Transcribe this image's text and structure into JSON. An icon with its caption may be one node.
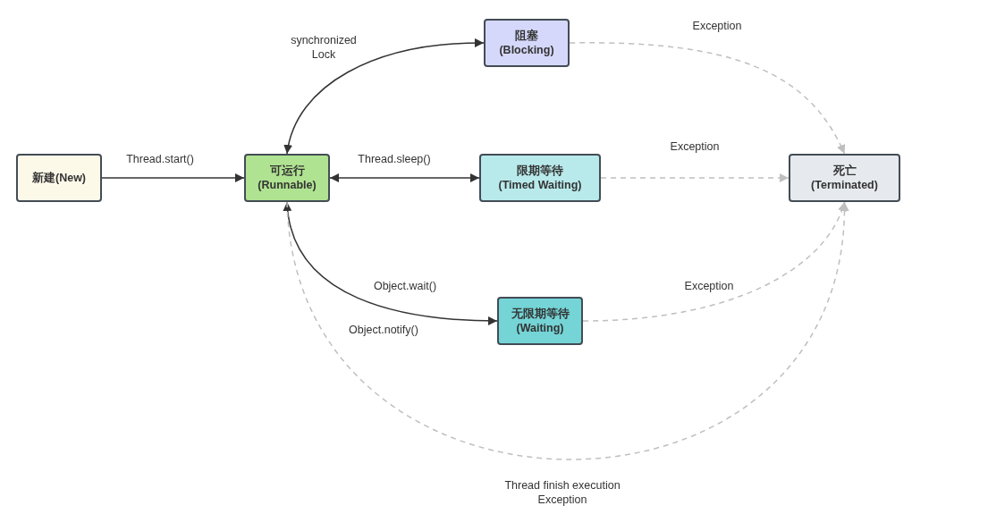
{
  "diagram": {
    "nodes": [
      {
        "text": [
          "新建(New)"
        ]
      },
      {
        "text": [
          "可运行",
          "(Runnable)"
        ]
      },
      {
        "text": [
          "阻塞",
          "(Blocking)"
        ]
      },
      {
        "text": [
          "限期等待",
          "(Timed Waiting)"
        ]
      },
      {
        "text": [
          "死亡",
          "(Terminated)"
        ]
      },
      {
        "text": [
          "无限期等待",
          "(Waiting)"
        ]
      }
    ],
    "edges": [
      {
        "from": 0,
        "to": 1,
        "arrow": "to",
        "label": "Thread.start()"
      },
      {
        "from": 1,
        "to": 2,
        "arrow": "both",
        "label": "synchronized Lock"
      },
      {
        "from": 1,
        "to": 3,
        "arrow": "both",
        "label": "Thread.sleep()"
      },
      {
        "from": 1,
        "to": 5,
        "arrow": "both",
        "label": "Object.wait()"
      },
      {
        "from": 2,
        "to": 4,
        "arrow": "to",
        "label": "Exception",
        "style": "dashed",
        "color": "#bfbfbf"
      },
      {
        "from": 3,
        "to": 4,
        "arrow": "to",
        "label": "Exception",
        "style": "dashed",
        "color": "#bfbfbf"
      },
      {
        "from": 5,
        "to": 4,
        "arrow": "to",
        "label": "Exception",
        "style": "dashed",
        "color": "#bfbfbf"
      },
      {
        "from": 1,
        "to": 4,
        "arrow": "to",
        "label": "Thread finish execution Exception",
        "style": "dashed",
        "color": "#bfbfbf"
      }
    ],
    "labels": [
      "Object.notify()"
    ]
  }
}
